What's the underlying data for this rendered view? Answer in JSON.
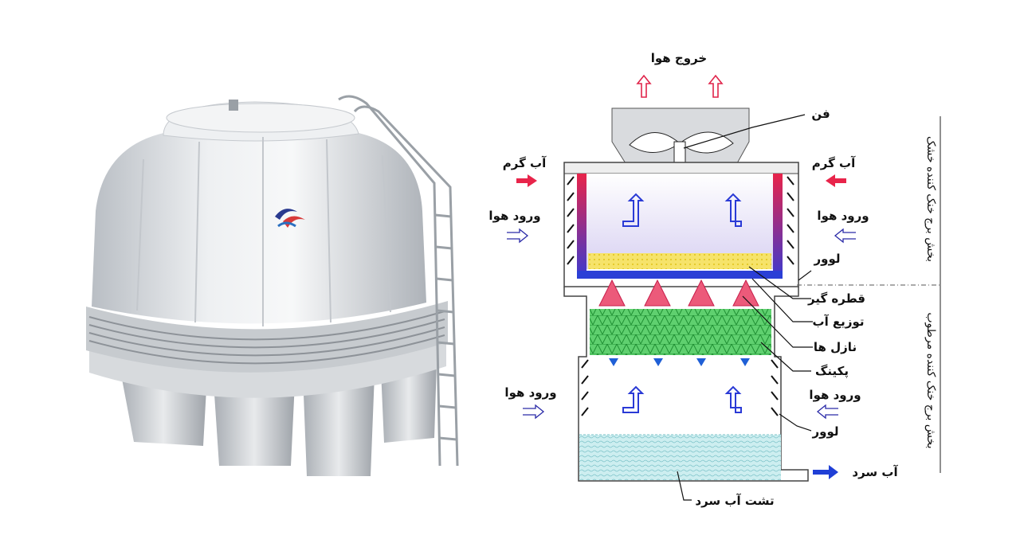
{
  "labels": {
    "air_out": "خروج هوا",
    "fan": "فن",
    "hot_water_left": "آب گرم",
    "hot_water_right": "آب گرم",
    "air_in_left_top": "ورود هوا",
    "air_in_right_top": "ورود هوا",
    "louver_top": "لوور",
    "drift_eliminator": "قطره گیر",
    "water_distribution": "توزیع آب",
    "nozzles": "نازل ها",
    "packing": "پکینگ",
    "air_in_left_bottom": "ورود هوا",
    "air_in_right_bottom": "ورود هوا",
    "louver_bottom": "لوور",
    "cold_water": "آب سرد",
    "cold_water_basin": "تشت آب سرد"
  },
  "side_labels": {
    "dry_section": "بخش برج خنک کننده خشک",
    "wet_section": "بخش برج خنک کننده مرطوب"
  },
  "colors": {
    "hot": "#e8244a",
    "cold": "#1f5fd6",
    "air": "#2a2aa8",
    "packing": "#43c257",
    "drift": "#f2dc3c",
    "basin": "#bfe6ea",
    "tower_body": "#e4e6e9"
  },
  "icons": {
    "logo": "brand-logo-icon"
  }
}
